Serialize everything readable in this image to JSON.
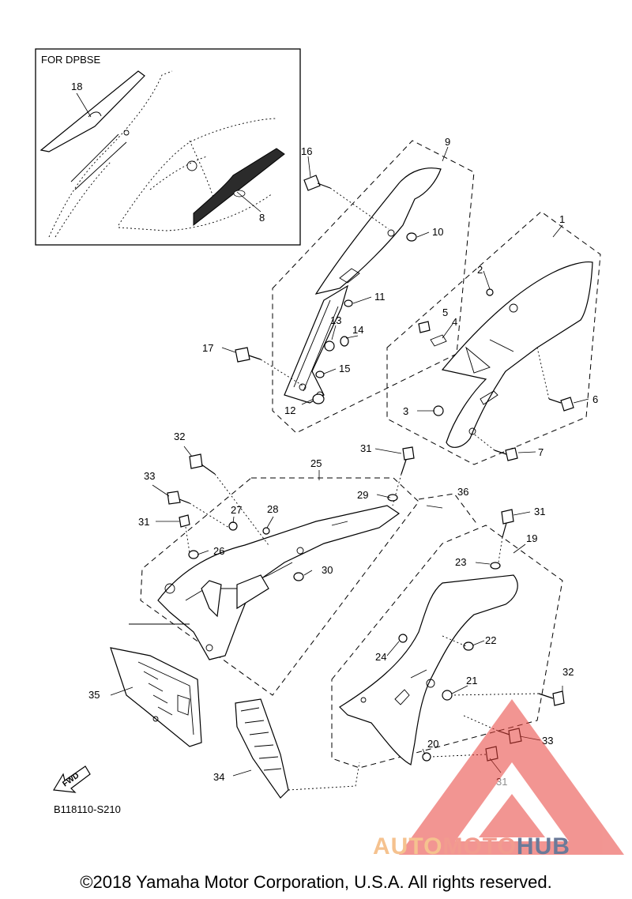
{
  "inset": {
    "title": "FOR DPBSE",
    "labels": [
      "18",
      "8"
    ]
  },
  "callouts": [
    "1",
    "2",
    "3",
    "4",
    "5",
    "6",
    "7",
    "9",
    "10",
    "11",
    "12",
    "13",
    "14",
    "15",
    "16",
    "17",
    "19",
    "20",
    "21",
    "22",
    "23",
    "24",
    "25",
    "26",
    "27",
    "28",
    "29",
    "30",
    "31",
    "32",
    "33",
    "34",
    "35",
    "36"
  ],
  "fwd_label": "FWD",
  "ref_code": "B118110-S210",
  "copyright": "©2018 Yamaha Motor Corporation, U.S.A. All rights reserved.",
  "watermark": {
    "part1": "AUTO",
    "part2": "MOTO",
    "part3": "HUB"
  },
  "colors": {
    "watermark_red": "#e8403a",
    "watermark_orange": "#f5c28f",
    "watermark_blue": "#6a7a99"
  }
}
